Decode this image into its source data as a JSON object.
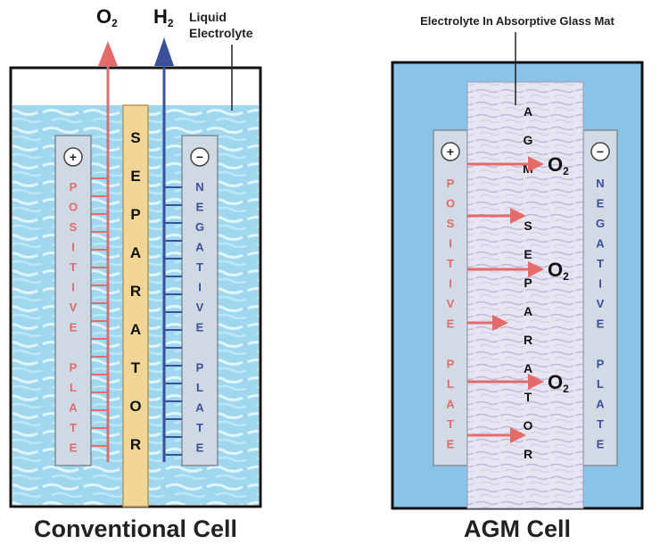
{
  "conventional": {
    "caption": "Conventional Cell",
    "o2": "O",
    "o2_sub": "2",
    "h2": "H",
    "h2_sub": "2",
    "liquid_label_1": "Liquid",
    "liquid_label_2": "Electrolyte",
    "positive_sign": "+",
    "negative_sign": "−",
    "positive_letters": [
      "P",
      "O",
      "S",
      "I",
      "T",
      "I",
      "V",
      "E",
      " ",
      "P",
      "L",
      "A",
      "T",
      "E"
    ],
    "separator_letters": [
      "S",
      "E",
      "P",
      "A",
      "R",
      "A",
      "T",
      "O",
      "R"
    ],
    "negative_letters": [
      "N",
      "E",
      "G",
      "A",
      "T",
      "I",
      "V",
      "E",
      " ",
      "P",
      "L",
      "A",
      "T",
      "E"
    ]
  },
  "agm": {
    "caption": "AGM Cell",
    "mat_label": "Electrolyte In Absorptive Glass Mat",
    "positive_sign": "+",
    "negative_sign": "−",
    "positive_letters": [
      "P",
      "O",
      "S",
      "I",
      "T",
      "I",
      "V",
      "E",
      " ",
      "P",
      "L",
      "A",
      "T",
      "E"
    ],
    "negative_letters": [
      "N",
      "E",
      "G",
      "A",
      "T",
      "I",
      "V",
      "E",
      " ",
      "P",
      "L",
      "A",
      "T",
      "E"
    ],
    "center_letters": [
      "A",
      "G",
      "M",
      " ",
      "S",
      "E",
      "P",
      "A",
      "R",
      "A",
      "T",
      "O",
      "R"
    ],
    "o2_labels": [
      "O2",
      "O2",
      "O2"
    ]
  },
  "colors": {
    "electrolyte": "#9fd7ee",
    "wave": "#d8f1fa",
    "plate": "#cfd9e3",
    "separator": "#f1d595",
    "agm_bg": "#8ac3e8",
    "mat": "#e4e6f1",
    "red": "#e56b6b",
    "blue": "#3b4f9a"
  }
}
